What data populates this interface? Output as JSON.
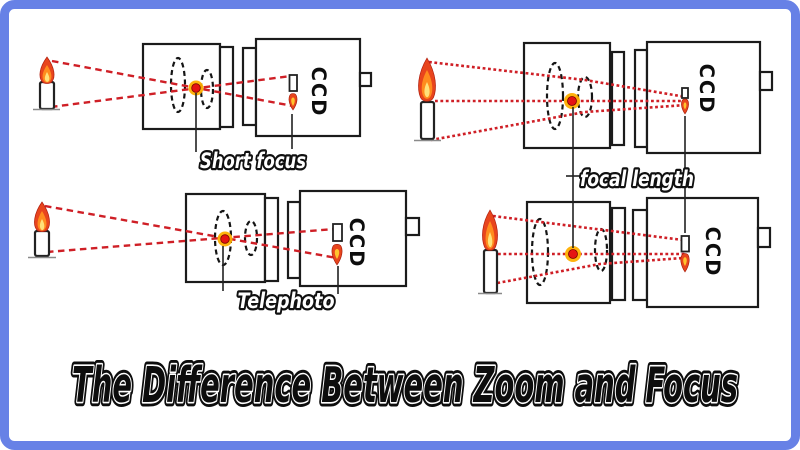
{
  "title": "The Difference Between Zoom and Focus",
  "labels": {
    "ccd": "CCD",
    "short_focus": "Short focus",
    "telephoto": "Telephoto",
    "focal_length": "focal length"
  },
  "colors": {
    "frame_border": "#6781e6",
    "background": "#ffffff",
    "ray_red": "#cf1f26",
    "focal_dot": "#e51313",
    "focal_halo": "#ffaf00",
    "flame_outer": "#e8451d",
    "flame_inner": "#ffe27a",
    "line_black": "#1b1b1b"
  }
}
